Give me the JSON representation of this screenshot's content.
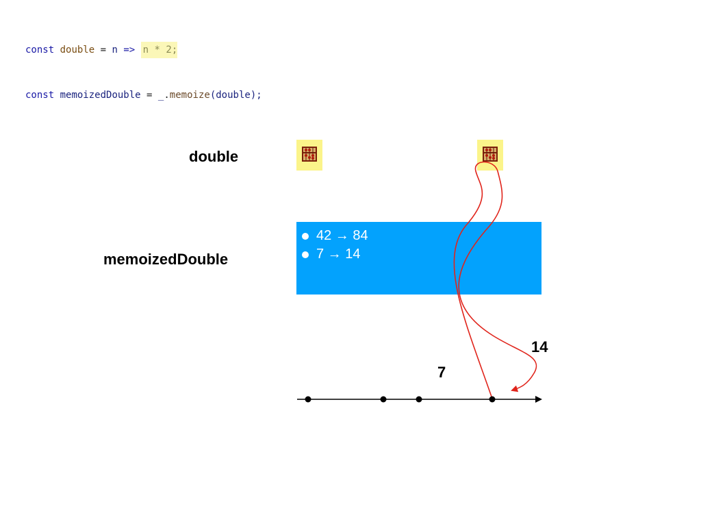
{
  "code": {
    "line1": {
      "kw": "const",
      "name": "double",
      "eq": "=",
      "param": "n",
      "arrow": "=>",
      "body": "n * 2",
      "semi": ";"
    },
    "line2": {
      "kw": "const",
      "name": "memoizedDouble",
      "eq": "=",
      "lib": "_",
      "dot": ".",
      "method": "memoize",
      "arg": "(double);"
    }
  },
  "labels": {
    "double": "double",
    "memoized": "memoizedDouble"
  },
  "cache": {
    "entries": [
      {
        "text": "42 → 84"
      },
      {
        "text": "7 → 14"
      }
    ]
  },
  "timeline": {
    "input_label": "7",
    "output_label": "14"
  },
  "icons": {
    "function_icon": "abacus-icon"
  },
  "colors": {
    "cache_fill": "#03a2fd",
    "tile_fill": "#fbf48a",
    "flow_line": "#e0241b",
    "code_highlight": "#fbf7b8"
  }
}
